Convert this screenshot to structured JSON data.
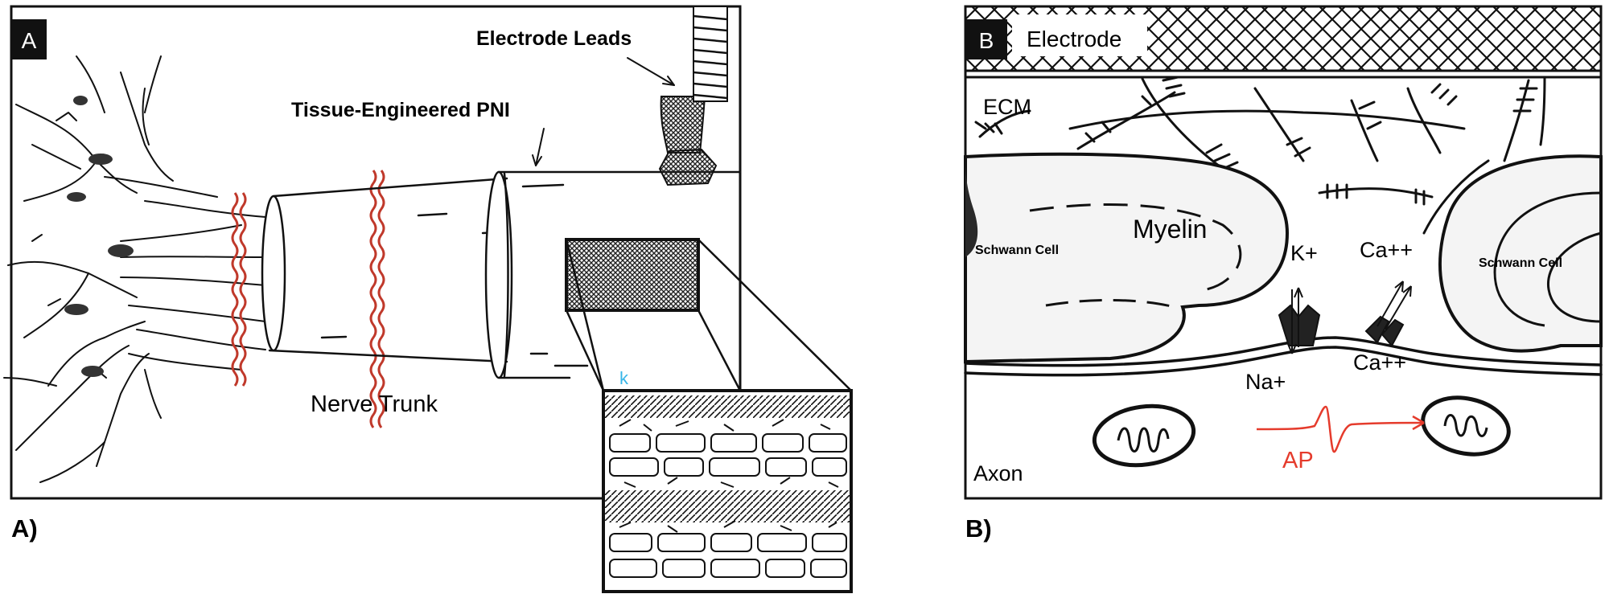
{
  "panel_a": {
    "badge": "A",
    "caption": "A)",
    "labels": {
      "electrode_leads": "Electrode Leads",
      "pni": "Tissue-Engineered PNI",
      "nerve_trunk": "Nerve Trunk",
      "stray_mark": "k"
    }
  },
  "panel_b": {
    "badge": "B",
    "caption": "B)",
    "labels": {
      "electrode": "Electrode",
      "ecm": "ECM",
      "myelin": "Myelin",
      "schwann_left": "Schwann Cell",
      "schwann_right": "Schwann Cell",
      "potassium": "K+",
      "calcium_top": "Ca++",
      "sodium": "Na+",
      "calcium_bottom": "Ca++",
      "axon": "Axon",
      "action_potential": "AP"
    }
  },
  "colors": {
    "ink": "#111111",
    "badge_bg": "#111111",
    "badge_text": "#ffffff",
    "red_fiber": "#c0392b",
    "ap_red": "#e53b2c",
    "stray_mark": "#38b6e8"
  }
}
